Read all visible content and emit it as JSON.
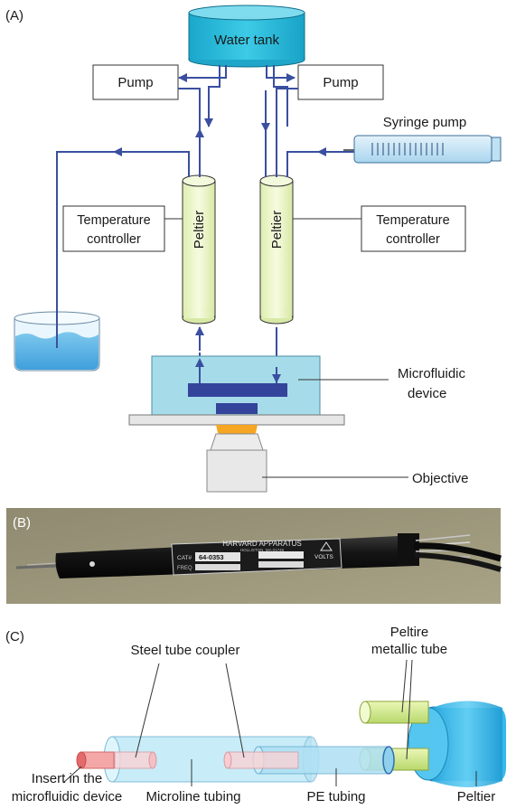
{
  "panel_a": {
    "panel_label": "(A)",
    "water_tank": "Water tank",
    "pump_left": "Pump",
    "pump_right": "Pump",
    "syringe_pump": "Syringe pump",
    "temp_controller_left": [
      "Temperature",
      "controller"
    ],
    "temp_controller_right": [
      "Temperature",
      "controller"
    ],
    "peltier_left": "Peltier",
    "peltier_right": "Peltier",
    "microfluidic_device": [
      "Microfluidic",
      "device"
    ],
    "objective": "Objective"
  },
  "panel_b": {
    "panel_label": "(B)",
    "plate_brand": "HARVARD APPARATUS",
    "plate_sub": "HOLLISTON, MA 01746",
    "plate_cat_label": "CAT#",
    "plate_cat_value": "64-0353",
    "plate_freq_label": "FREQ",
    "plate_volts_label": "VOLTS"
  },
  "panel_c": {
    "panel_label": "(C)",
    "steel_tube_coupler": "Steel tube coupler",
    "peltire_metallic_tube": [
      "Peltire",
      "metallic tube"
    ],
    "insert_label": [
      "Insert in the",
      "microfluidic device"
    ],
    "microline_tubing": "Microline tubing",
    "pe_tubing": "PE tubing",
    "peltier": "Peltier"
  },
  "colors": {
    "flow_arrow": "#3a4fa0",
    "tank": "#21b6d6",
    "peltier_fill": "#eef6c8",
    "device": "#a6dcea",
    "channel": "#34449a",
    "microline": "#c6ecf8",
    "insert": "#f4a7a7",
    "peltier_c": "#35b9ea"
  }
}
